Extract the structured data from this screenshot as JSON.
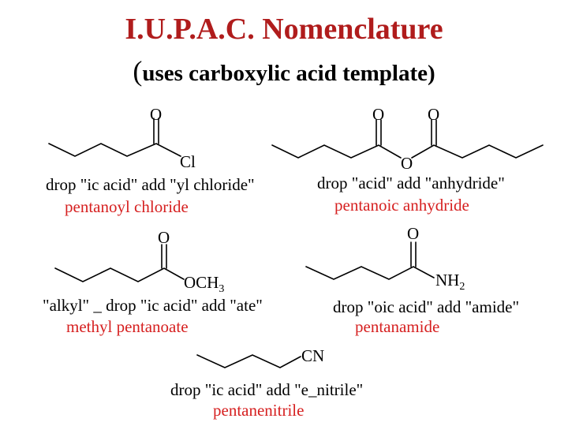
{
  "title": "I.U.P.A.C. Nomenclature",
  "subtitle": {
    "open_paren": "(",
    "text": "uses carboxylic acid template)"
  },
  "colors": {
    "title": "#b01c1c",
    "compound_name": "#d62020",
    "text": "#000000"
  },
  "acyl_chloride": {
    "atoms": {
      "carbonyl_o": "O",
      "cl": "Cl"
    },
    "rule": "drop \"ic acid\" add \"yl chloride\"",
    "name": "pentanoyl chloride"
  },
  "anhydride": {
    "atoms": {
      "carbonyl_o_left": "O",
      "carbonyl_o_right": "O",
      "bridge_o": "O"
    },
    "rule": "drop \"acid\" add \"anhydride\"",
    "name": "pentanoic anhydride"
  },
  "ester": {
    "atoms": {
      "carbonyl_o": "O",
      "och3": "OCH",
      "och3_sub": "3"
    },
    "rule": "\"alkyl\" _ drop \"ic acid\" add \"ate\"",
    "name": "methyl pentanoate"
  },
  "amide": {
    "atoms": {
      "carbonyl_o": "O",
      "nh2": "NH",
      "nh2_sub": "2"
    },
    "rule": "drop \"oic acid\" add \"amide\"",
    "name": "pentanamide"
  },
  "nitrile": {
    "atoms": {
      "cn": "CN"
    },
    "rule": "drop \"ic acid\" add \"e_nitrile\"",
    "name": "pentanenitrile"
  }
}
